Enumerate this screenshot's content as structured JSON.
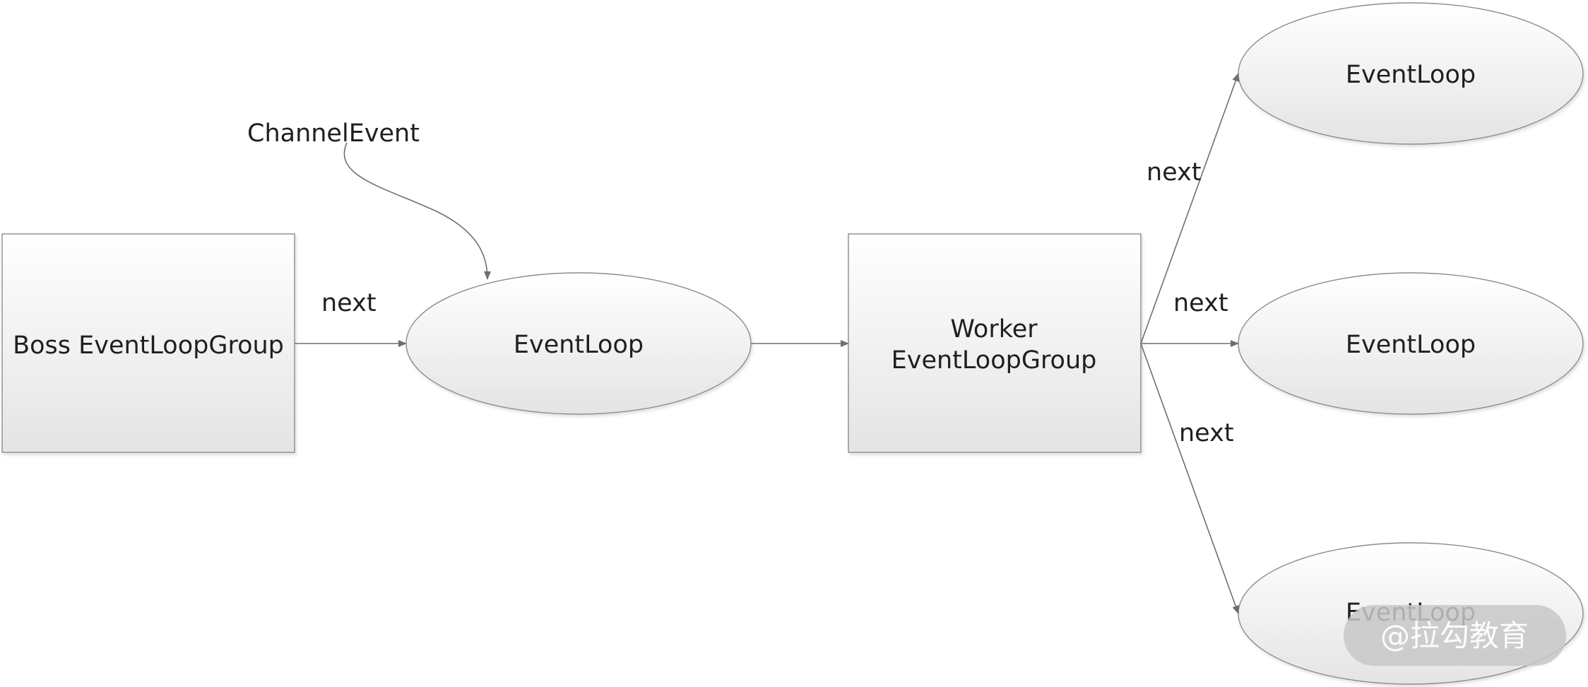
{
  "nodes": {
    "boss_group": "Boss EventLoopGroup",
    "boss_loop": "EventLoop",
    "worker_group_line1": "Worker",
    "worker_group_line2": "EventLoopGroup",
    "worker_loop_top": "EventLoop",
    "worker_loop_middle": "EventLoop",
    "worker_loop_bottom": "EventLoop"
  },
  "edges": {
    "boss_to_loop": "next",
    "worker_to_top": "next",
    "worker_to_middle": "next",
    "worker_to_bottom": "next"
  },
  "annotation": {
    "channel_event": "ChannelEvent"
  },
  "watermark": "@拉勾教育",
  "colors": {
    "node_fill_top": "#ffffff",
    "node_fill_bottom": "#e6e6e6",
    "node_border": "#8c8c8c",
    "edge": "#6f6f6f",
    "text": "#1f1f1f",
    "watermark_bg": "#c8c8c8"
  }
}
